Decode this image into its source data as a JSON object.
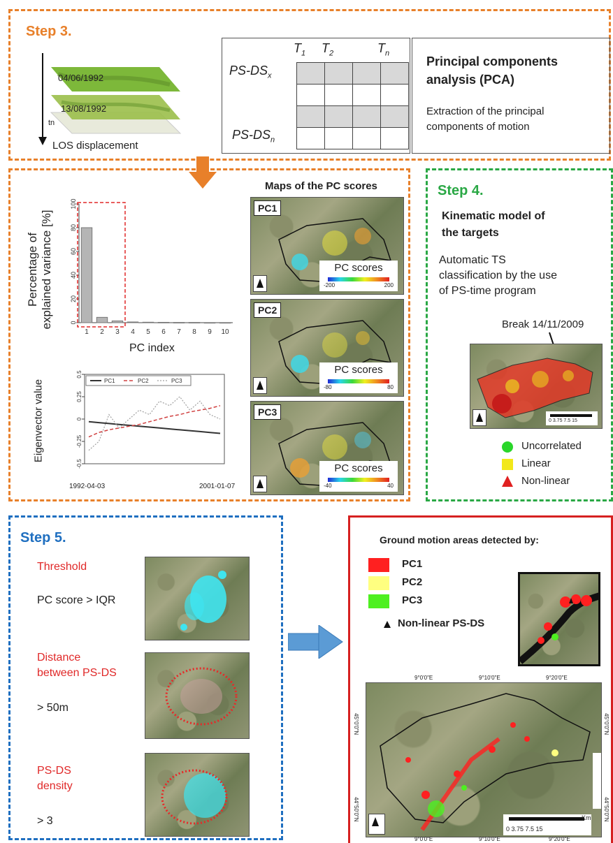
{
  "step3": {
    "title": "Step 3.",
    "date1": "04/06/1992",
    "date2": "13/08/1992",
    "tn": "tn",
    "los": "LOS displacement",
    "col_t1": "T",
    "col_t1_sub": "1",
    "col_t2": "T",
    "col_t2_sub": "2",
    "col_tn": "T",
    "col_tn_sub": "n",
    "row_x": "PS-DS",
    "row_x_sub": "x",
    "row_n": "PS-DS",
    "row_n_sub": "n",
    "pca_title_1": "Principal components",
    "pca_title_2": "analysis (PCA)",
    "pca_desc_1": "Extraction of the principal",
    "pca_desc_2": "components of motion"
  },
  "pca_panel": {
    "maps_title": "Maps of the PC scores",
    "bar_ylabel_1": "Percentage of",
    "bar_ylabel_2": "explained variance [%]",
    "bar_xlabel": "PC index",
    "eig_ylabel": "Eigenvector value",
    "eig_x_start": "1992-04-03",
    "eig_x_end": "2001-01-07",
    "legend_pc1": "PC1",
    "legend_pc2": "PC2",
    "legend_pc3": "PC3",
    "maps": [
      {
        "label": "PC1",
        "scores": "PC scores",
        "min": "-200",
        "max": "200"
      },
      {
        "label": "PC2",
        "scores": "PC scores",
        "min": "-80",
        "max": "80"
      },
      {
        "label": "PC3",
        "scores": "PC scores",
        "min": "-40",
        "max": "40"
      }
    ]
  },
  "chart_data": [
    {
      "type": "bar",
      "categories": [
        "1",
        "2",
        "3",
        "4",
        "5",
        "6",
        "7",
        "8",
        "9",
        "10"
      ],
      "values": [
        80,
        4.5,
        1.5,
        0.6,
        0.4,
        0.3,
        0.2,
        0.2,
        0.1,
        0.1
      ],
      "xlabel": "PC index",
      "ylabel": "Percentage of explained variance [%]",
      "ylim": [
        0,
        100
      ],
      "yticks": [
        "0",
        "20",
        "40",
        "60",
        "80",
        "100"
      ],
      "highlight_categories": [
        "1",
        "2",
        "3"
      ]
    },
    {
      "type": "line",
      "xlabel": "",
      "ylabel": "Eigenvector value",
      "ylim": [
        -0.5,
        0.5
      ],
      "yticks": [
        "-0.5",
        "-0.25",
        "0",
        "0.25",
        "0.5"
      ],
      "x_labels": [
        "1992-04-03",
        "2001-01-07"
      ],
      "series": [
        {
          "name": "PC1",
          "values": [
            -0.03,
            -0.04,
            -0.05,
            -0.06,
            -0.07,
            -0.08,
            -0.09,
            -0.1,
            -0.11,
            -0.12,
            -0.13,
            -0.14,
            -0.15,
            -0.16
          ]
        },
        {
          "name": "PC2",
          "values": [
            -0.2,
            -0.15,
            -0.12,
            -0.1,
            -0.08,
            -0.06,
            -0.03,
            0.0,
            0.03,
            0.05,
            0.08,
            0.1,
            0.12,
            0.15
          ]
        },
        {
          "name": "PC3",
          "values": [
            -0.35,
            -0.25,
            0.05,
            -0.1,
            0.0,
            0.1,
            0.05,
            0.2,
            0.15,
            0.25,
            0.1,
            0.2,
            0.05,
            0.0
          ]
        }
      ],
      "legend": "top"
    }
  ],
  "step4": {
    "title": "Step 4.",
    "model_1": "Kinematic model of",
    "model_2": "the targets",
    "desc_1": "Automatic TS",
    "desc_2": "classification by the use",
    "desc_3": "of PS-time program",
    "break_label": "Break 14/11/2009",
    "scale": "0  3.75 7.5       15",
    "legend_uncorrelated": "Uncorrelated",
    "legend_linear": "Linear",
    "legend_nonlinear": "Non-linear",
    "colors": {
      "uncorrelated": "#2ad62a",
      "linear": "#f2e81a",
      "nonlinear": "#e02020"
    }
  },
  "step5": {
    "title": "Step 5.",
    "threshold": "Threshold",
    "pc_score": "PC score > IQR",
    "distance_1": "Distance",
    "distance_2": "between PS-DS",
    "gt50": "> 50m",
    "density_1": "PS-DS",
    "density_2": "density",
    "gt3": "> 3"
  },
  "ground": {
    "title": "Ground motion areas detected by:",
    "pc1": "PC1",
    "pc2": "PC2",
    "pc3": "PC3",
    "nonlinear": "Non-linear PS-DS",
    "lon_top_1": "9°0'0\"E",
    "lon_top_2": "9°10'0\"E",
    "lon_top_3": "9°20'0\"E",
    "lon_bot_1": "9°0'0\"E",
    "lon_bot_2": "9°10'0\"E",
    "lon_bot_3": "9°20'0\"E",
    "lat_1": "45°0'0\"N",
    "lat_2": "44°50'0\"N",
    "km": "Km",
    "scale": "0   3.75   7.5          15",
    "colors": {
      "pc1": "#ff2020",
      "pc2": "#ffff80",
      "pc3": "#4ef020"
    }
  }
}
